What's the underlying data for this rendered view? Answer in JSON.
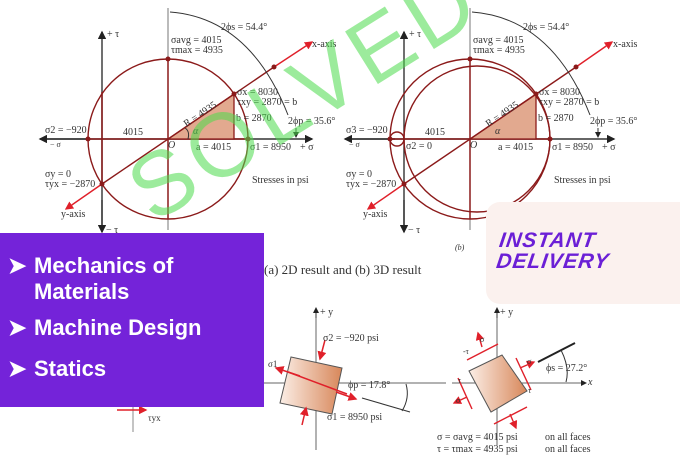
{
  "diagram_a": {
    "axis_tau_pos": "+ τ",
    "axis_tau_neg": "− τ",
    "axis_sigma_pos": "+ σ",
    "axis_sigma_neg": "− σ",
    "two_phi_s": "2ϕs = 54.4°",
    "sigma_avg": "σavg = 4015",
    "tau_max": "τmax = 4935",
    "x_axis": "x-axis",
    "y_axis": "y-axis",
    "sigma_x": "σx = 8030",
    "tau_xy": "τxy = 2870 = b",
    "b_val": "b = 2870",
    "two_phi_p": "2ϕp = 35.6°",
    "sigma_2": "σ2 = −920",
    "dist_4015": "4015",
    "radius": "R = 4935",
    "alpha": "α",
    "origin": "O",
    "a_val": "a = 4015",
    "sigma_1": "σ1 = 8950",
    "sigma_y": "σy = 0",
    "tau_yx": "τyx = −2870",
    "units": "Stresses in psi"
  },
  "diagram_b": {
    "axis_tau_pos": "+ τ",
    "axis_tau_neg": "− τ",
    "axis_sigma_pos": "+ σ",
    "axis_sigma_neg": "− σ",
    "two_phi_s": "2ϕs = 54.4°",
    "sigma_avg": "σavg = 4015",
    "tau_max": "τmax = 4935",
    "x_axis": "x-axis",
    "y_axis": "y-axis",
    "sigma_x": "σx = 8030",
    "tau_xy": "τxy = 2870 = b",
    "b_val": "b = 2870",
    "two_phi_p": "2ϕp = 35.6°",
    "sigma_3": "σ3 = −920",
    "sigma_2": "σ2 = 0",
    "dist_4015": "4015",
    "radius": "R = 4935",
    "alpha": "α",
    "origin": "O",
    "a_val": "a = 4015",
    "sigma_1": "σ1 = 8950",
    "sigma_y": "σy = 0",
    "tau_yx": "τyx = −2870",
    "units": "Stresses in psi",
    "label": "(b)"
  },
  "caption": "(a) 2D result and (b) 3D result",
  "element_principal": {
    "plus_y": "+ y",
    "sigma_2": "σ2 = −920 psi",
    "sigma_1_left": "σ1",
    "phi_p": "ϕp = 17.8°",
    "sigma_1": "σ1 = 8950 psi"
  },
  "element_shear": {
    "plus_y": "+ y",
    "x": "x",
    "phi_s": "ϕs = 27.2°",
    "sigma": "σ",
    "tau": "τ",
    "neg_tau": "-τ",
    "line1_left": "σ = σavg = 4015 psi",
    "line1_right": "on all faces",
    "line2_left": "τ = τmax = 4935 psi",
    "line2_right": "on all faces"
  },
  "partial_element": {
    "tau_yx": "τyx"
  },
  "promo": {
    "items": [
      {
        "arrow": "➤",
        "label": "Mechanics of\nMaterials"
      },
      {
        "arrow": "➤",
        "label": "Machine Design"
      },
      {
        "arrow": "➤",
        "label": "Statics"
      }
    ],
    "bg_color": "#7423d9"
  },
  "badge": {
    "line1": "INSTANT",
    "line2": "DELIVERY",
    "color": "#6b1fd6"
  },
  "watermark": "SOLVED"
}
